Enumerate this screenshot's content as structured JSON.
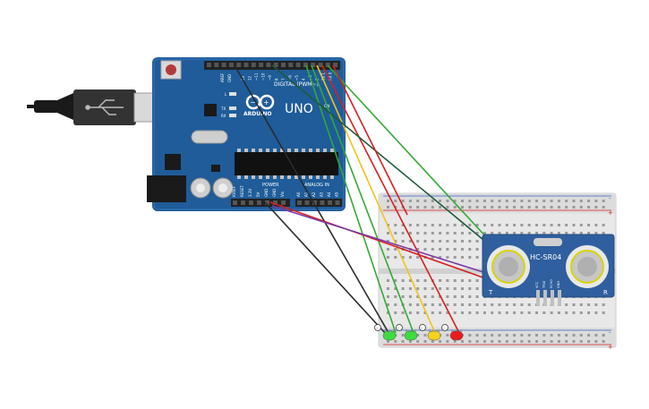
{
  "board": {
    "brand": "ARDUINO",
    "model": "UNO",
    "digital_label": "DIGITAL (PWM~)",
    "power_label": "POWER",
    "analog_label": "ANALOG IN",
    "aref_label": "AREF",
    "gnd_label": "GND",
    "tx_label": "TX",
    "rx_label": "RX",
    "l_label": "L",
    "on_label": "ON",
    "power_pins": [
      "IOREF",
      "RESET",
      "3.3V",
      "5V",
      "GND",
      "GND",
      "Vin"
    ],
    "analog_pins": [
      "A0",
      "A1",
      "A2",
      "A3",
      "A4",
      "A5"
    ],
    "digital_pins": [
      "13",
      "12",
      "~11",
      "~10",
      "~9",
      "8",
      "7",
      "~6",
      "~5",
      "4",
      "~3",
      "2",
      "TX 1",
      "RX 0"
    ]
  },
  "sensor": {
    "label": "HC-SR04",
    "t_label": "T",
    "r_label": "R",
    "pins": [
      "VCC",
      "TRIG",
      "ECHO",
      "GND"
    ]
  },
  "breadboard": {
    "rail_minus": "-",
    "rail_plus": "+"
  },
  "leds": [
    {
      "color": "#3ddc3d",
      "polarity": "-"
    },
    {
      "color": "#3ddc3d",
      "polarity": "-"
    },
    {
      "color": "#f5d21c",
      "polarity": "-"
    },
    {
      "color": "#e81c1c",
      "polarity": "-"
    }
  ],
  "colors": {
    "board": "#1f5c99",
    "board_dark": "#17487a",
    "wire_black": "#2b2b2b",
    "wire_green": "#33aa33",
    "wire_dark_green": "#1e5a3a",
    "wire_yellow": "#f0c419",
    "wire_red": "#d62020",
    "wire_purple": "#7a3aa8",
    "sensor": "#2f5f9e"
  }
}
